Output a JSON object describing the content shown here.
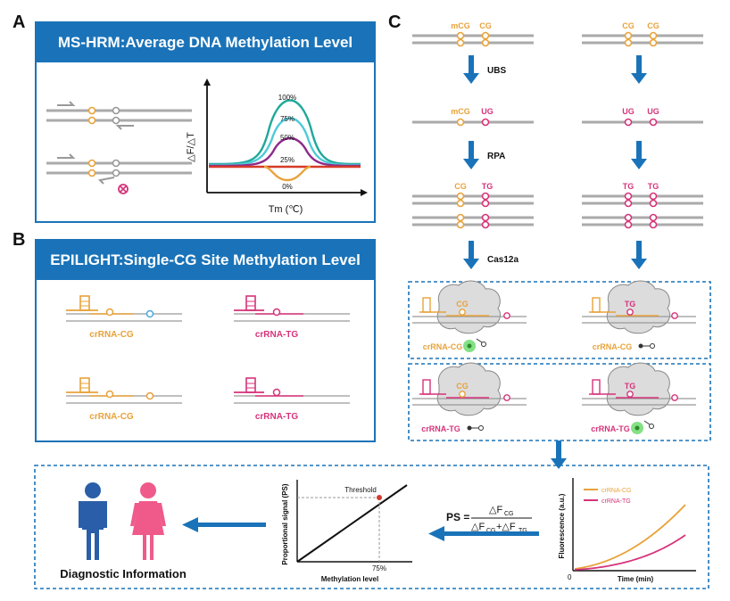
{
  "panels": {
    "a": {
      "letter": "A",
      "title": "MS-HRM:Average DNA Methylation Level"
    },
    "b": {
      "letter": "B",
      "title": "EPILIGHT:Single-CG Site Methylation Level"
    },
    "c": {
      "letter": "C"
    }
  },
  "hrm": {
    "ylabel": "△F/△T",
    "xlabel": "Tm (℃)",
    "levels": [
      "100%",
      "75%",
      "50%",
      "25%",
      "0%"
    ]
  },
  "crrna": {
    "cg": "crRNA-CG",
    "tg": "crRNA-TG"
  },
  "workflow": {
    "top_sites_left": [
      "mCG",
      "CG"
    ],
    "top_sites_right": [
      "CG",
      "CG"
    ],
    "step1": "UBS",
    "step2": "RPA",
    "step3": "Cas12a",
    "ubs_left": [
      "mCG",
      "UG"
    ],
    "ubs_right": [
      "UG",
      "UG"
    ],
    "rpa_left": [
      "CG",
      "TG"
    ],
    "rpa_right": [
      "TG",
      "TG"
    ],
    "box1_left_site": "CG",
    "box1_right_site": "TG",
    "box2_left_site": "CG",
    "box2_right_site": "TG",
    "box1_left_label": "crRNA-CG",
    "box1_right_label": "crRNA-CG",
    "box2_left_label": "crRNA-TG",
    "box2_right_label": "crRNA-TG"
  },
  "bottom": {
    "diagnostic": "Diagnostic Information",
    "ps_ylabel": "Proportional signal (PS)",
    "ps_xlabel": "Methylation level",
    "threshold": "Threshold",
    "threshold_x": "75%",
    "formula_lhs": "PS =",
    "formula_num": "△F",
    "formula_num_sub": "CG",
    "formula_den_a": "△F",
    "formula_den_a_sub": "CG",
    "formula_plus": "+△F",
    "formula_den_b_sub": "TG",
    "fl_ylabel": "Fluorescence (a.u.)",
    "fl_xlabel": "Time (min)",
    "fl_origin": "0",
    "legend_cg": "crRNA-CG",
    "legend_tg": "crRNA-TG"
  },
  "colors": {
    "brand": "#1a73b8",
    "orange": "#e8a23a",
    "magenta": "#d6337a",
    "teal": "#1fa89a",
    "purple": "#8e2a8a",
    "red": "#d63a2a"
  }
}
